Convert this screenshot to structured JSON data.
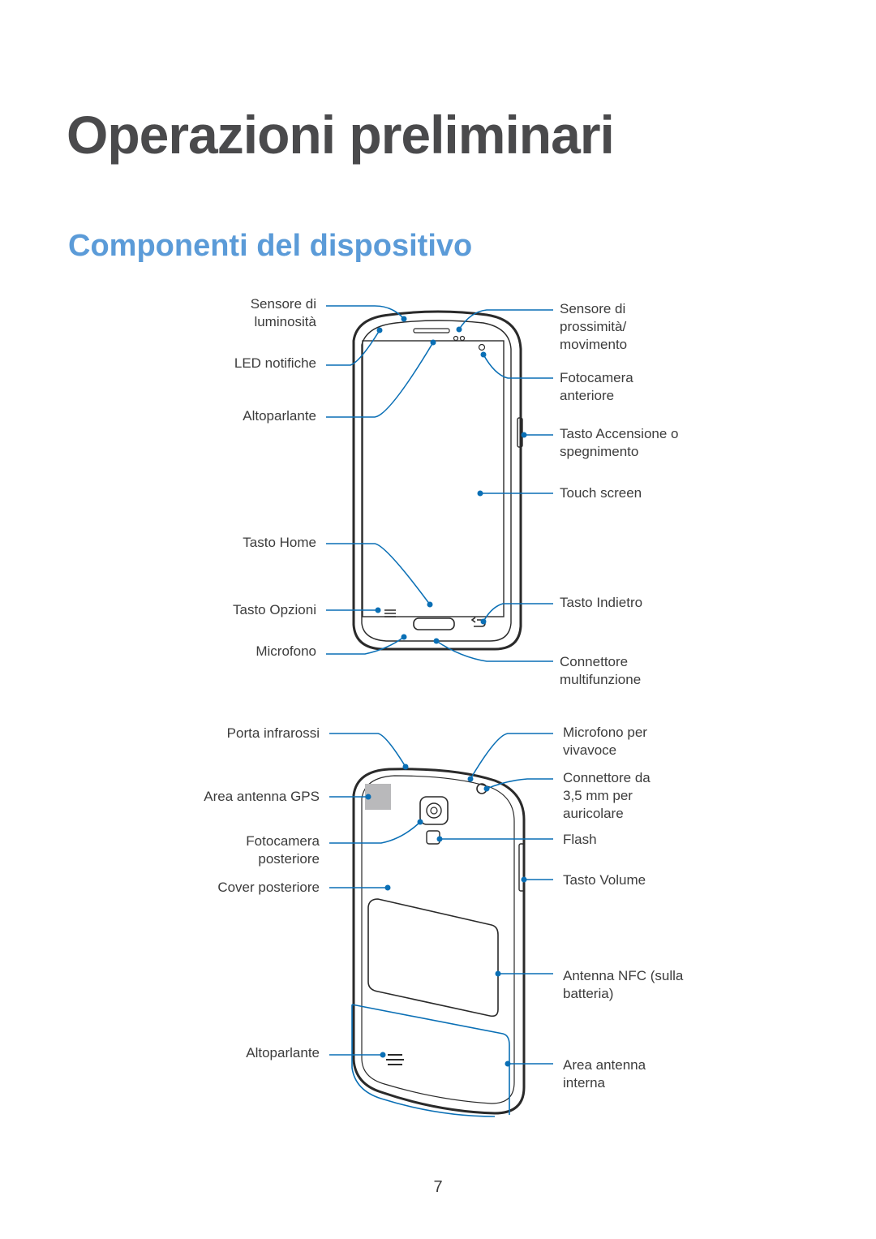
{
  "page": {
    "title": "Operazioni preliminari",
    "section_title": "Componenti del dispositivo",
    "page_number": "7"
  },
  "front": {
    "left": {
      "light_sensor": "Sensore di\nluminosità",
      "led": "LED notifiche",
      "speaker": "Altoparlante",
      "home": "Tasto Home",
      "options": "Tasto Opzioni",
      "mic": "Microfono"
    },
    "right": {
      "proximity": "Sensore di\nprossimità/\nmovimento",
      "front_camera": "Fotocamera\nanteriore",
      "power": "Tasto Accensione o\nspegnimento",
      "touch": "Touch screen",
      "back": "Tasto Indietro",
      "connector": "Connettore\nmultifunzione"
    }
  },
  "rear": {
    "left": {
      "ir": "Porta infrarossi",
      "gps": "Area antenna GPS",
      "rear_camera": "Fotocamera\nposteriore",
      "cover": "Cover posteriore",
      "speaker": "Altoparlante"
    },
    "right": {
      "mic_speaker": "Microfono per\nvivavoce",
      "headset": "Connettore da\n3,5 mm per\nauricolare",
      "flash": "Flash",
      "volume": "Tasto Volume",
      "nfc": "Antenna NFC (sulla\nbatteria)",
      "internal_antenna": "Area antenna\ninterna"
    }
  },
  "colors": {
    "callout": "#0a6fb5",
    "title": "#4a4a4c",
    "section": "#5b9bd8",
    "outline": "#2a2a2a"
  }
}
